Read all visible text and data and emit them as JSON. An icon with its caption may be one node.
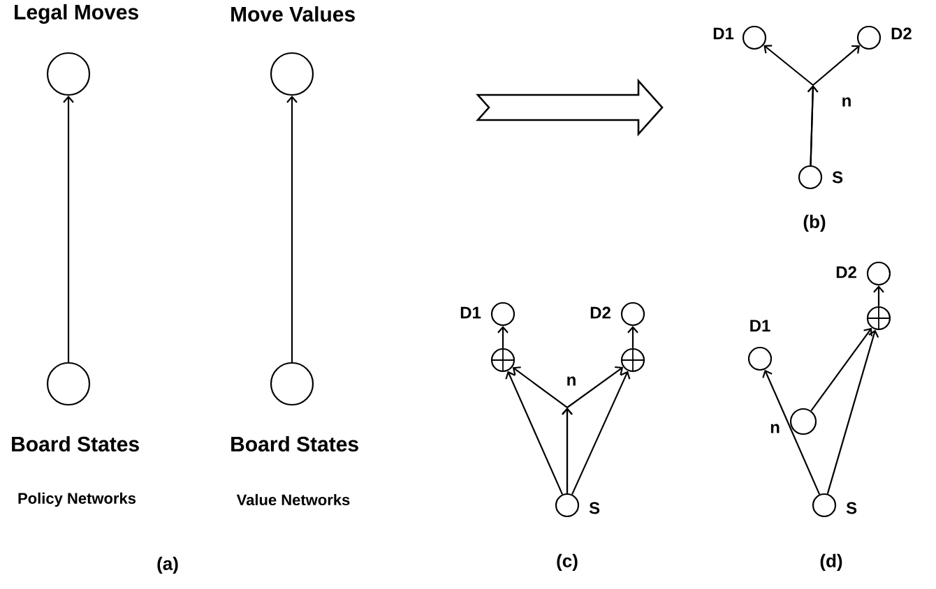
{
  "diagram": {
    "nodes": [
      {
        "text": [],
        "shape": "circle",
        "beside": [
          "Legal Moves"
        ]
      },
      {
        "text": [],
        "shape": "circle",
        "beside": [
          "Board States"
        ]
      },
      {
        "text": [],
        "shape": "circle",
        "beside": [
          "Move Values"
        ]
      },
      {
        "text": [],
        "shape": "circle",
        "beside": [
          "Board States"
        ]
      },
      {
        "text": [],
        "shape": "circle",
        "beside": [
          "D1"
        ]
      },
      {
        "text": [],
        "shape": "circle",
        "beside": [
          "D2"
        ]
      },
      {
        "text": [],
        "shape": "circle",
        "beside": [
          "S"
        ]
      },
      {
        "text": [],
        "shape": "circle",
        "beside": [
          "D1"
        ]
      },
      {
        "text": [],
        "shape": "circle",
        "beside": [
          "D2"
        ]
      },
      {
        "text": [],
        "shape": "circle"
      },
      {
        "text": [],
        "shape": "circle"
      },
      {
        "text": [],
        "shape": "circle",
        "beside": [
          "S"
        ]
      },
      {
        "text": [],
        "shape": "circle",
        "beside": [
          "D2"
        ]
      },
      {
        "text": [],
        "shape": "circle"
      },
      {
        "text": [],
        "shape": "circle",
        "beside": [
          "D1"
        ]
      },
      {
        "text": [],
        "shape": "circle",
        "beside": [
          "n"
        ]
      },
      {
        "text": [],
        "shape": "circle",
        "beside": [
          "S"
        ]
      }
    ],
    "edges": [
      {
        "from": 1,
        "to": 0,
        "arrow": "to"
      },
      {
        "from": 3,
        "to": 2,
        "arrow": "to"
      },
      {
        "from": 6,
        "to": 4,
        "arrow": "to",
        "label": "n"
      },
      {
        "from": 6,
        "to": 5,
        "arrow": "to"
      },
      {
        "from": 9,
        "to": 7,
        "arrow": "to"
      },
      {
        "from": 10,
        "to": 8,
        "arrow": "to"
      },
      {
        "from": 11,
        "to": 9,
        "arrow": "to"
      },
      {
        "from": 11,
        "to": 10,
        "arrow": "to"
      },
      {
        "from": 11,
        "to": 9,
        "arrow": "to",
        "label": "n"
      },
      {
        "from": 11,
        "to": 10,
        "arrow": "to"
      },
      {
        "from": 13,
        "to": 12,
        "arrow": "to"
      },
      {
        "from": 16,
        "to": 14,
        "arrow": "to"
      },
      {
        "from": 15,
        "to": 13,
        "arrow": "to"
      },
      {
        "from": 16,
        "to": 13,
        "arrow": "to"
      }
    ],
    "labels": [
      "Policy Networks",
      "Value Networks",
      "(a)",
      "(b)",
      "(c)",
      "(d)"
    ]
  }
}
